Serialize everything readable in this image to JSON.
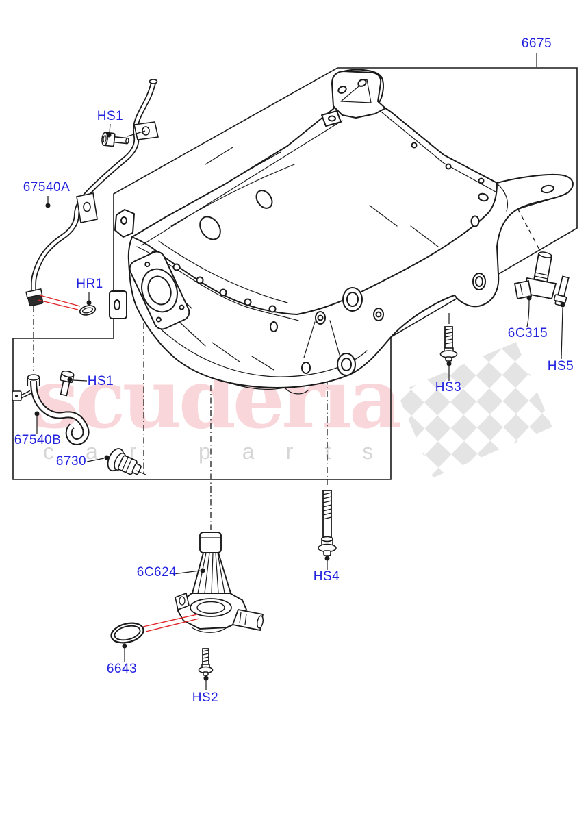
{
  "watermark": {
    "brand": "scuderia",
    "tagline_left": "car",
    "tagline_right": "parts"
  },
  "colors": {
    "label_blue": "#2323df",
    "line": "#1a1a1a",
    "leader_red": "#e0262b",
    "brand_pink": "#f8d6da",
    "tagline_gray": "#d6d6d6",
    "flag_gray": "#e4e4e4"
  },
  "parts": [
    {
      "id": "6675",
      "label": "6675"
    },
    {
      "id": "hs1-upper",
      "label": "HS1"
    },
    {
      "id": "67540A",
      "label": "67540A"
    },
    {
      "id": "hr1",
      "label": "HR1"
    },
    {
      "id": "hs1-lower",
      "label": "HS1"
    },
    {
      "id": "67540B",
      "label": "67540B"
    },
    {
      "id": "6730",
      "label": "6730"
    },
    {
      "id": "6643",
      "label": "6643"
    },
    {
      "id": "6C624",
      "label": "6C624"
    },
    {
      "id": "hs2",
      "label": "HS2"
    },
    {
      "id": "hs4",
      "label": "HS4"
    },
    {
      "id": "hs3",
      "label": "HS3"
    },
    {
      "id": "6C315",
      "label": "6C315"
    },
    {
      "id": "hs5",
      "label": "HS5"
    }
  ]
}
